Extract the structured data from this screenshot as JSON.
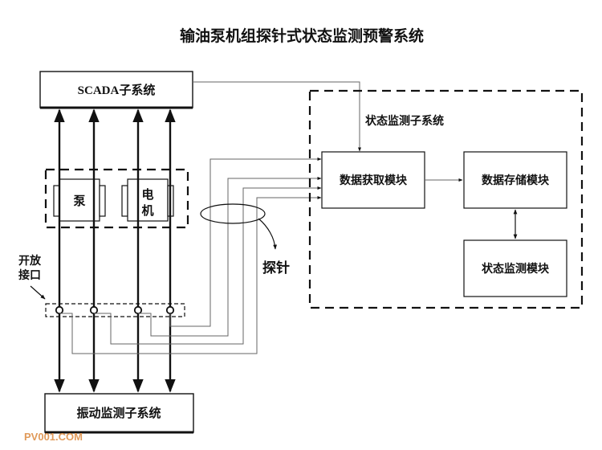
{
  "title": "输油泵机组探针式状态监测预警系统",
  "scada": "SCADA子系统",
  "vibration": "振动监测子系统",
  "subsystem": "状态监测子系统",
  "acquire": "数据获取模块",
  "storage": "数据存储模块",
  "monitor": "状态监测模块",
  "pump": "泵",
  "motor": "电机",
  "open_interface": "开放接口",
  "probe": "探针",
  "watermark": "PV001.COM"
}
